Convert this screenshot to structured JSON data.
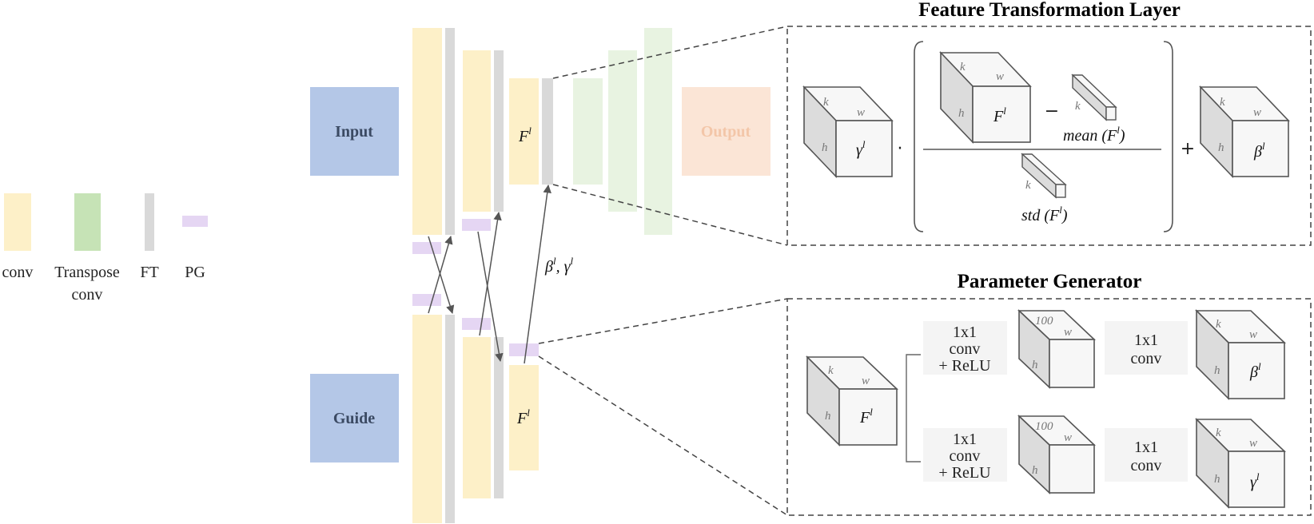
{
  "colors": {
    "conv": "#fdf0c8",
    "transpose": "#c6e3b6",
    "transpose_faded": "#e8f3e1",
    "ft": "#d9d9d9",
    "pg": "#e5d6f3",
    "io_box": "#b4c7e7",
    "output_box": "#fbe5d6",
    "output_text": "#f3c6a8",
    "io_text": "#3b4a63",
    "cube_front": "#f7f7f7",
    "cube_side": "#dcdcdc",
    "cube_top": "#f7f7f7",
    "line": "#555555"
  },
  "legend": {
    "conv": "conv",
    "transpose_line1": "Transpose",
    "transpose_line2": "conv",
    "ft": "FT",
    "pg": "PG"
  },
  "network": {
    "input_label": "Input",
    "guide_label": "Guide",
    "output_label": "Output",
    "feature_label": "F",
    "feature_sup": "l",
    "params_label": "β",
    "params_sup1": "l",
    "params_sep": ", γ",
    "params_sup2": "l"
  },
  "ft_layer": {
    "title": "Feature Transformation Layer",
    "gamma": "γ",
    "beta": "β",
    "feature": "F",
    "sup": "l",
    "dim_k": "k",
    "dim_w": "w",
    "dim_h": "h",
    "dot_op": "·",
    "minus_op": "−",
    "plus_op": "+",
    "mean_label": "mean (F",
    "std_label": "std (F",
    "close_paren": ")"
  },
  "param_gen": {
    "title": "Parameter Generator",
    "conv_relu_1": "1x1",
    "conv_relu_2": "conv",
    "conv_relu_3": "+ ReLU",
    "conv_1": "1x1",
    "conv_2": "conv",
    "dim_100": "100",
    "dim_k": "k",
    "dim_w": "w",
    "dim_h": "h",
    "feature": "F",
    "beta": "β",
    "gamma": "γ",
    "sup": "l"
  }
}
